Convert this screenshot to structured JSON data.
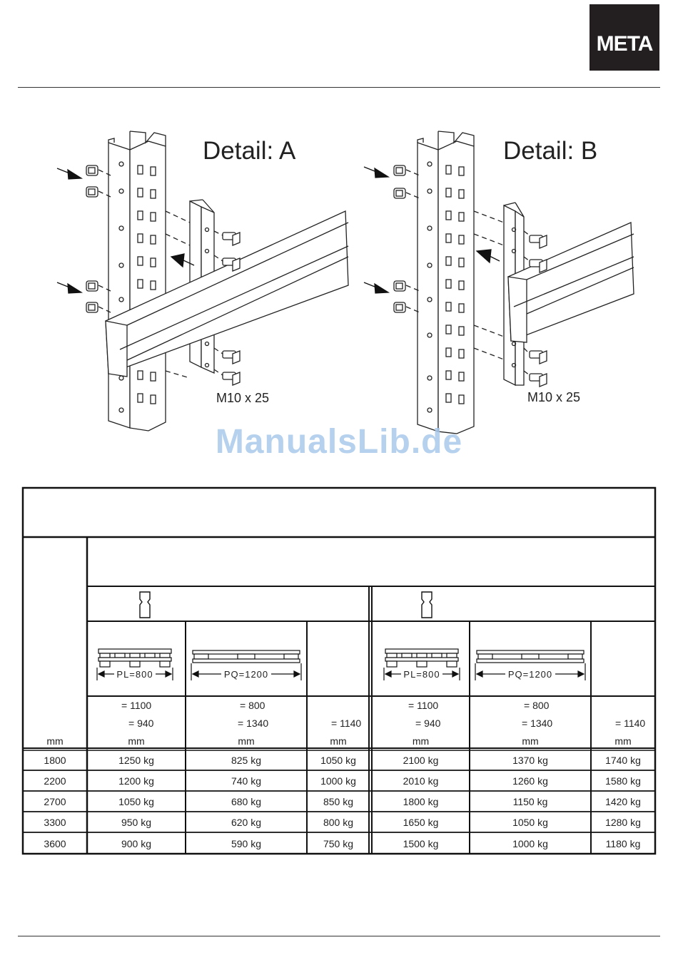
{
  "logo": {
    "text": "META"
  },
  "details": [
    {
      "title": "Detail: A",
      "bolt": "M10 x 25"
    },
    {
      "title": "Detail: B",
      "bolt": "M10 x 25"
    }
  ],
  "watermark": "ManualsLib.de",
  "table": {
    "pallet_labels": {
      "pl": "PL=800",
      "pq": "PQ=1200"
    },
    "dims": {
      "left": {
        "a1": "= 1100",
        "a2": "= 940",
        "b1": "= 800",
        "b2": "= 1340",
        "c2": "= 1140"
      },
      "right": {
        "a1": "= 1100",
        "a2": "= 940",
        "b1": "= 800",
        "b2": "= 1340",
        "c2": "= 1140"
      }
    },
    "unit": "mm",
    "rows": [
      {
        "h": "1800",
        "v": [
          "1250 kg",
          "825 kg",
          "1050 kg",
          "2100 kg",
          "1370 kg",
          "1740 kg"
        ]
      },
      {
        "h": "2200",
        "v": [
          "1200 kg",
          "740 kg",
          "1000 kg",
          "2010 kg",
          "1260 kg",
          "1580 kg"
        ]
      },
      {
        "h": "2700",
        "v": [
          "1050 kg",
          "680 kg",
          "850 kg",
          "1800 kg",
          "1150 kg",
          "1420 kg"
        ]
      },
      {
        "h": "3300",
        "v": [
          "950 kg",
          "620 kg",
          "800 kg",
          "1650 kg",
          "1050 kg",
          "1280 kg"
        ]
      },
      {
        "h": "3600",
        "v": [
          "900 kg",
          "590 kg",
          "750 kg",
          "1500 kg",
          "1000 kg",
          "1180 kg"
        ]
      }
    ]
  }
}
